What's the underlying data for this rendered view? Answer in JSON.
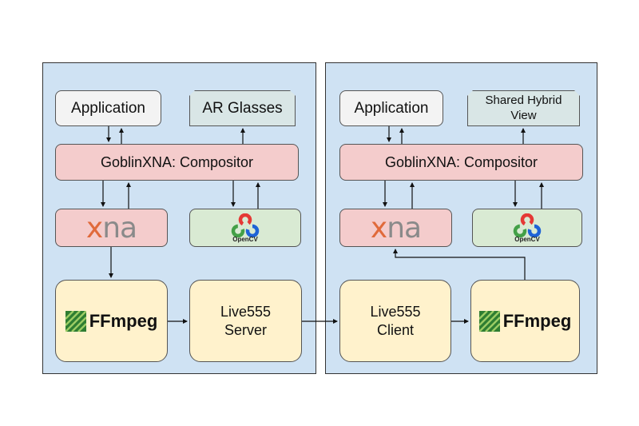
{
  "left": {
    "application": "Application",
    "output": "AR Glasses",
    "compositor": "GoblinXNA: Compositor",
    "xna": {
      "x": "x",
      "rest": "na"
    },
    "opencv": "OpenCV",
    "ffmpeg": "FFmpeg",
    "live555": {
      "line1": "Live555",
      "line2": "Server"
    }
  },
  "right": {
    "application": "Application",
    "output": {
      "line1": "Shared Hybrid",
      "line2": "View"
    },
    "compositor": "GoblinXNA: Compositor",
    "xna": {
      "x": "x",
      "rest": "na"
    },
    "opencv": "OpenCV",
    "ffmpeg": "FFmpeg",
    "live555": {
      "line1": "Live555",
      "line2": "Client"
    }
  },
  "colors": {
    "panel": "#cfe2f3",
    "application": "#f3f3f3",
    "output": "#d9e6e6",
    "compositor": "#f4cccc",
    "opencv": "#d9ead3",
    "streaming": "#fff2cc"
  },
  "icons": [
    "xna-logo-icon",
    "opencv-logo-icon",
    "ffmpeg-logo-icon"
  ]
}
